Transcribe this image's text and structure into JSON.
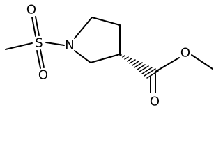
{
  "molecule": {
    "atoms": {
      "sulfur": "S",
      "nitrogen": "N",
      "sulfonyl_oxygen_top": "O",
      "sulfonyl_oxygen_bottom": "O",
      "ester_oxygen_single": "O",
      "ester_oxygen_double": "O"
    },
    "colors": {
      "bond": "#000000",
      "label": "#000000",
      "background": "#ffffff"
    }
  }
}
